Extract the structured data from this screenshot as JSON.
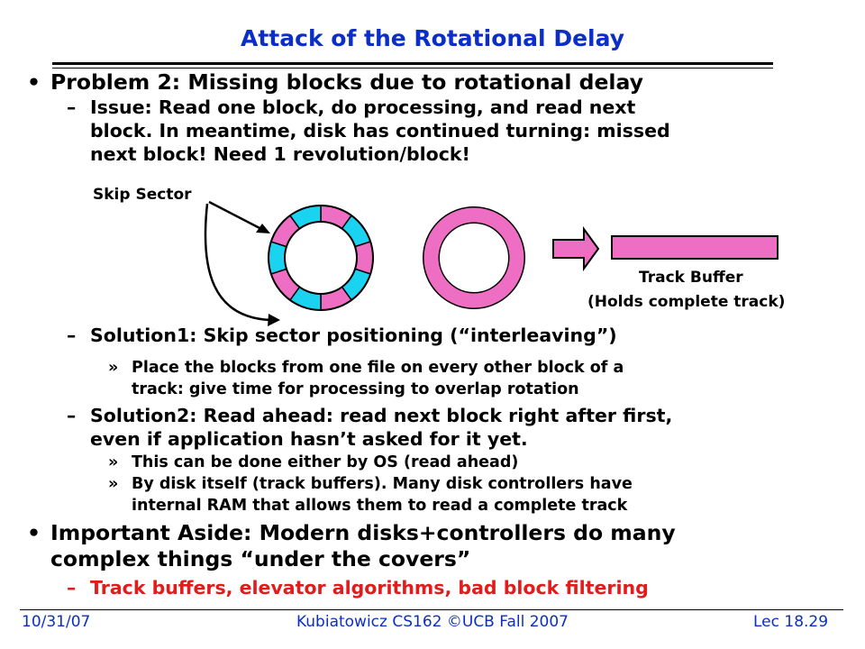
{
  "slide": {
    "title": "Attack of the Rotational Delay",
    "bullet1": {
      "marker": "•",
      "text": "Problem 2: Missing blocks due to rotational delay",
      "issue": {
        "marker": "–",
        "lines": [
          "Issue: Read one block, do processing, and read next",
          "block.  In meantime, disk has continued turning: missed",
          "next block! Need 1 revolution/block!"
        ]
      }
    },
    "diagram": {
      "skip_sector_label": "Skip Sector",
      "track_buffer_label": "Track Buffer",
      "track_buffer_sub": "(Holds complete track)",
      "colors": {
        "pink": "#ee6ec4",
        "cyan": "#1ad3f0",
        "outline": "#000000"
      }
    },
    "solution1": {
      "marker": "–",
      "text": "Solution1: Skip sector positioning (“interleaving”)",
      "sub": {
        "marker": "»",
        "lines": [
          "Place the blocks from one file on every other block of a",
          "track: give time for processing to overlap rotation"
        ]
      }
    },
    "solution2": {
      "marker": "–",
      "lines": [
        "Solution2: Read ahead: read next block right after first,",
        "even if application hasn’t asked for it yet."
      ],
      "subs": [
        {
          "marker": "»",
          "lines": [
            "This can be done either by OS (read ahead)"
          ]
        },
        {
          "marker": "»",
          "lines": [
            "By disk itself (track buffers). Many disk controllers have",
            "internal RAM that allows them to read a complete track"
          ]
        }
      ]
    },
    "bullet2": {
      "marker": "•",
      "lines": [
        "Important Aside: Modern disks+controllers do many",
        "complex things “under the covers”"
      ],
      "sub": {
        "marker": "–",
        "text": "Track buffers, elevator algorithms, bad block filtering",
        "color": "#e21b1b"
      }
    }
  },
  "footer": {
    "date": "10/31/07",
    "center": "Kubiatowicz CS162 ©UCB Fall 2007",
    "right": "Lec 18.29"
  }
}
